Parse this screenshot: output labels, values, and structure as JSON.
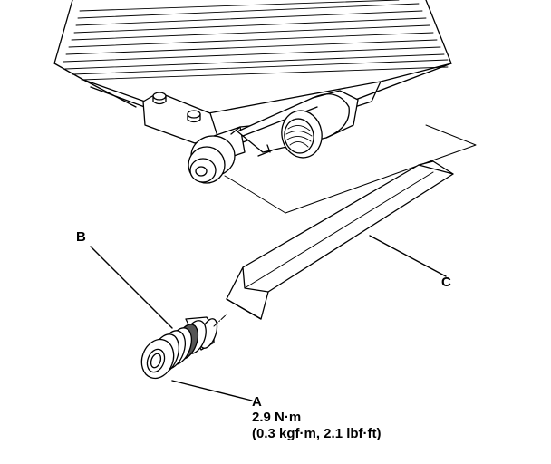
{
  "callouts": {
    "a": "A",
    "b": "B",
    "c": "C"
  },
  "torque_spec": {
    "line1": "2.9 N·m",
    "line2": "(0.3 kgf·m, 2.1 lbf·ft)"
  }
}
